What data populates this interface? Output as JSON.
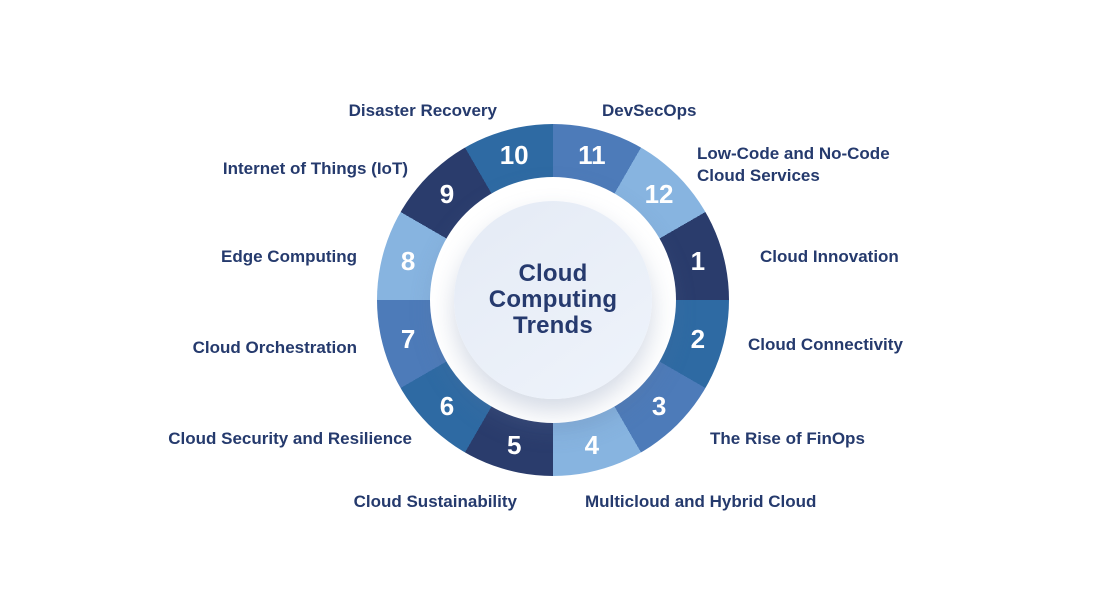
{
  "center": {
    "title": "Cloud Computing Trends",
    "title_lines": [
      "Cloud",
      "Computing",
      "Trends"
    ]
  },
  "palette": {
    "navy": "#2a3c6c",
    "steel": "#2e6aa3",
    "medium": "#4d7bb9",
    "light": "#87b4e0",
    "ring": "#ffffff",
    "inner_circle": "#e9eef7",
    "number_text": "#ffffff",
    "label_text": "#253a6d",
    "background": "#ffffff"
  },
  "segments": [
    {
      "number": 1,
      "label": "Cloud Innovation",
      "color": "#2a3c6c"
    },
    {
      "number": 2,
      "label": "Cloud Connectivity",
      "color": "#2e6aa3"
    },
    {
      "number": 3,
      "label": "The Rise of FinOps",
      "color": "#4d7bb9"
    },
    {
      "number": 4,
      "label": "Multicloud and Hybrid Cloud",
      "color": "#87b4e0"
    },
    {
      "number": 5,
      "label": "Cloud Sustainability",
      "color": "#2a3c6c"
    },
    {
      "number": 6,
      "label": "Cloud Security and Resilience",
      "color": "#2e6aa3"
    },
    {
      "number": 7,
      "label": "Cloud Orchestration",
      "color": "#4d7bb9"
    },
    {
      "number": 8,
      "label": "Edge Computing",
      "color": "#87b4e0"
    },
    {
      "number": 9,
      "label": "Internet of Things (IoT)",
      "color": "#2a3c6c"
    },
    {
      "number": 10,
      "label": "Disaster Recovery",
      "color": "#2e6aa3"
    },
    {
      "number": 11,
      "label": "DevSecOps",
      "color": "#4d7bb9"
    },
    {
      "number": 12,
      "label": "Low-Code and No-Code Cloud Services",
      "color": "#87b4e0"
    }
  ]
}
